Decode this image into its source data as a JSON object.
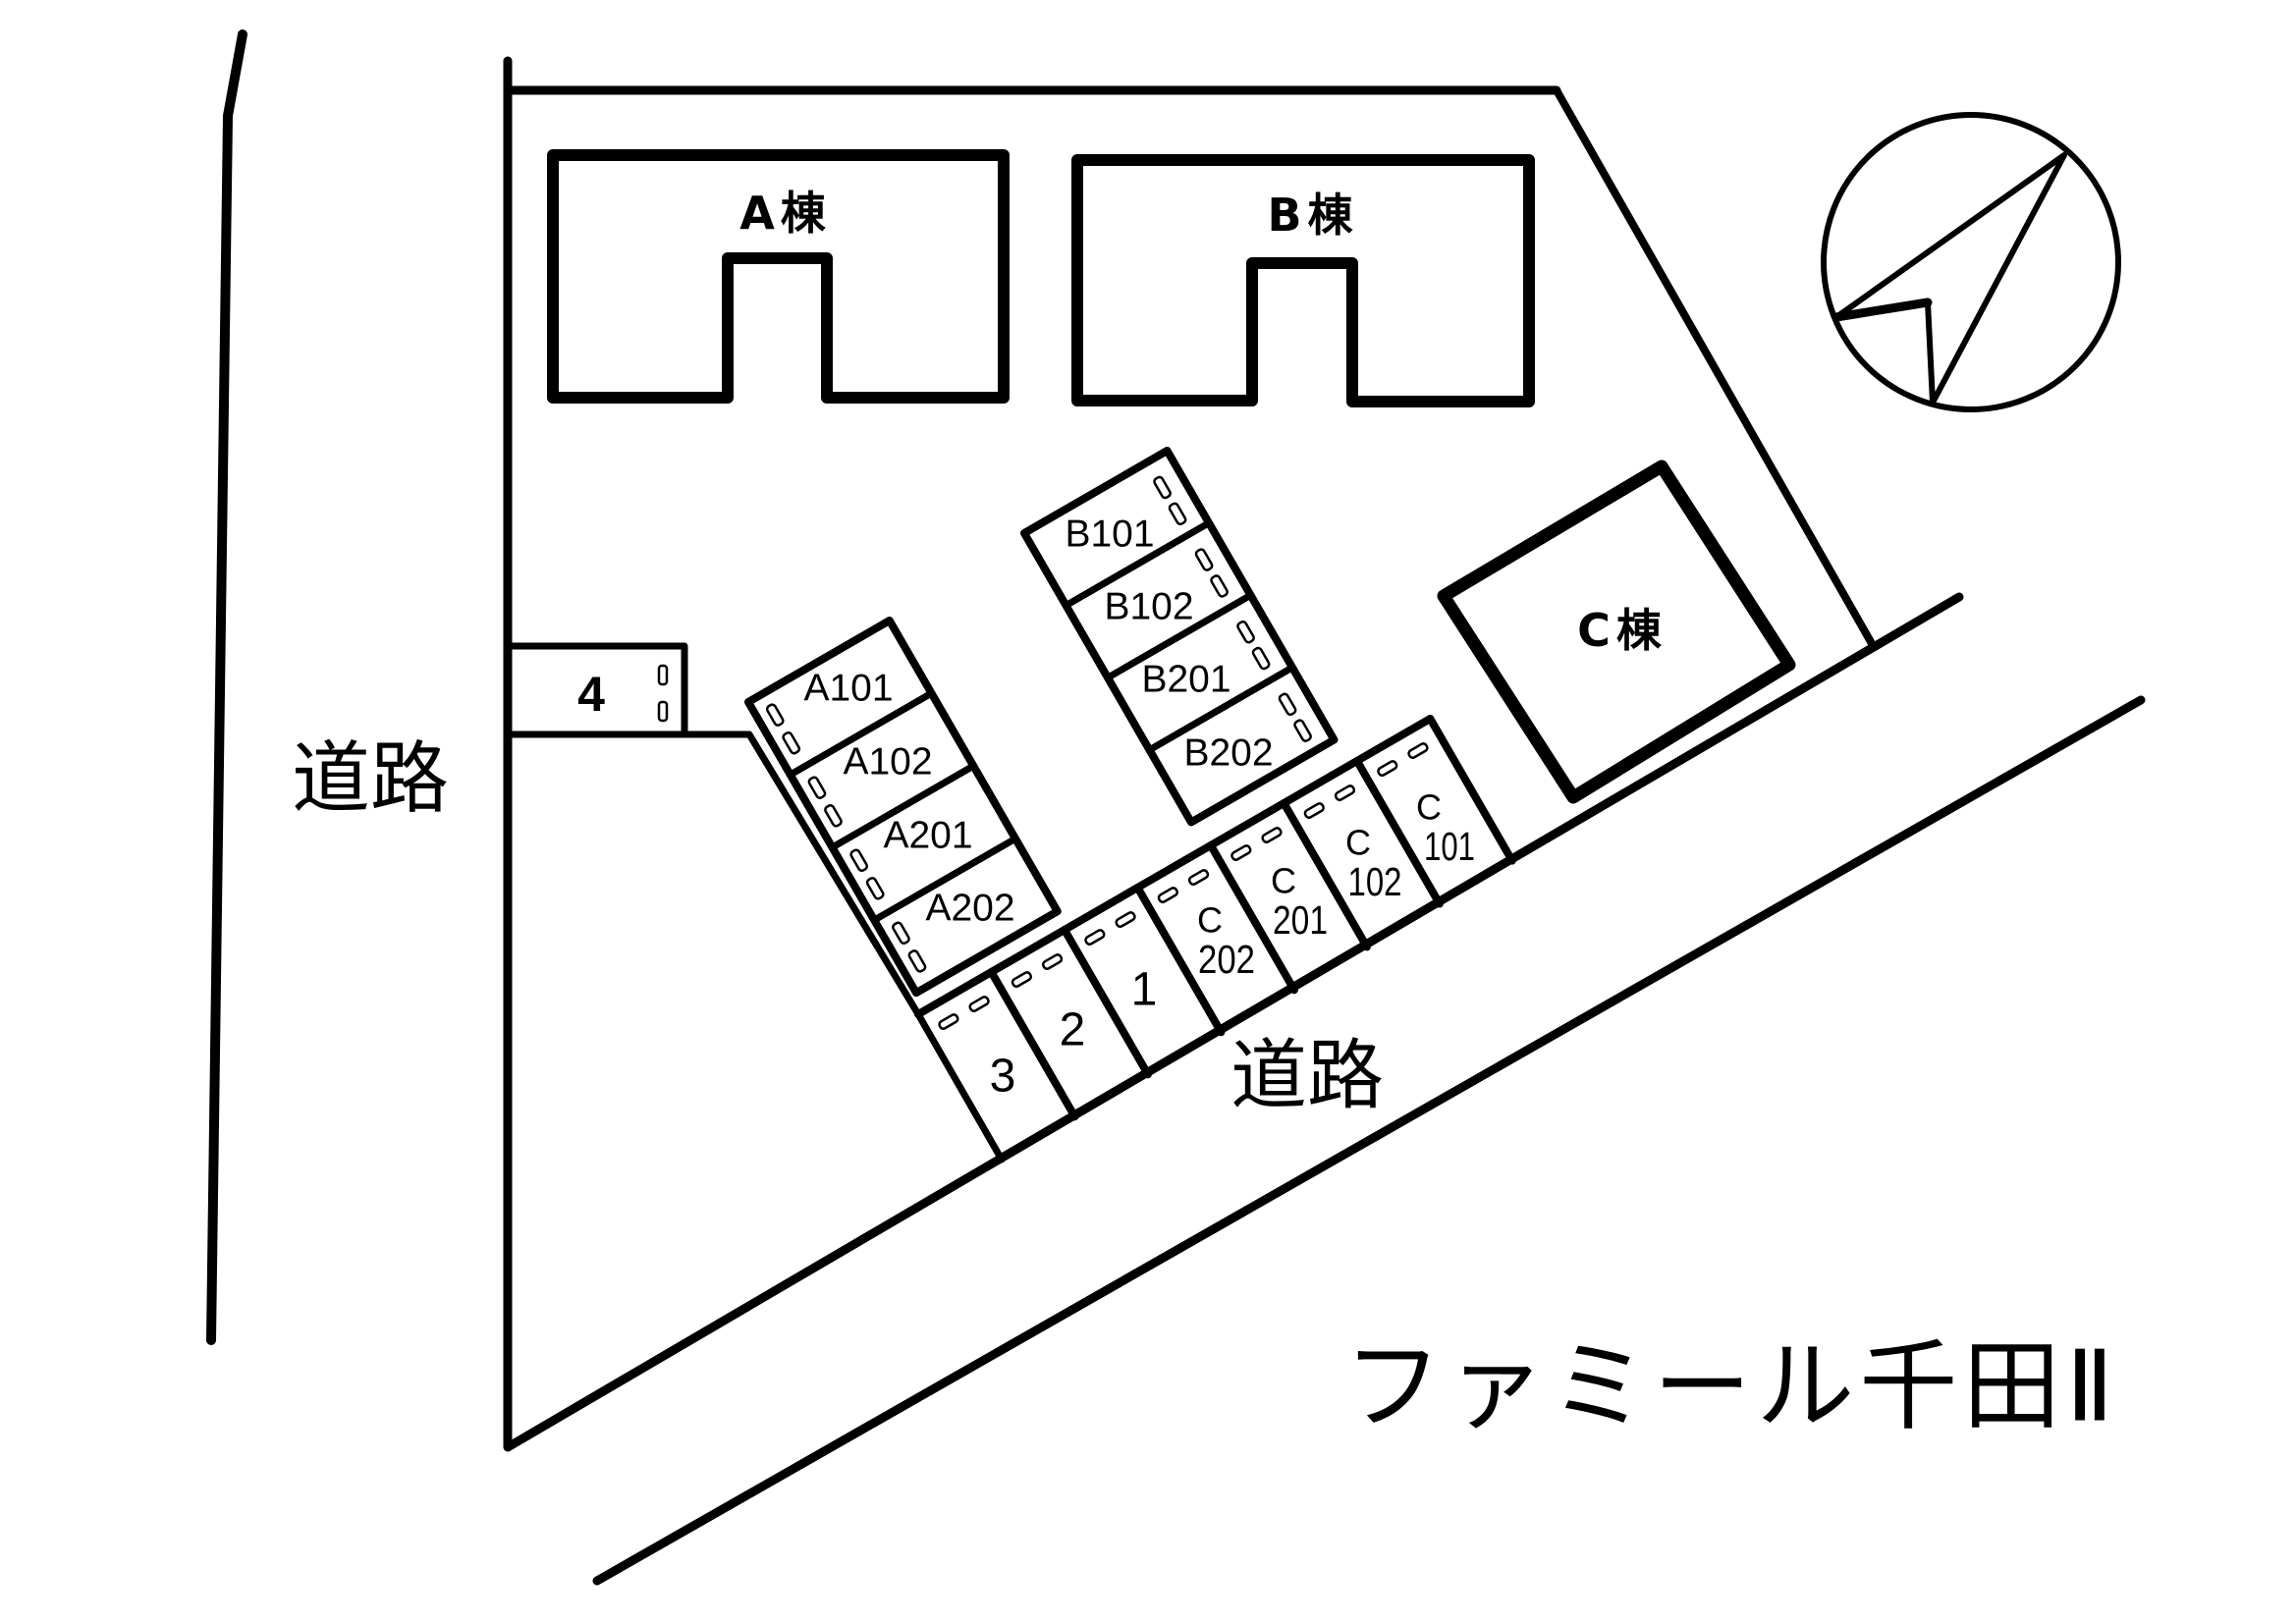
{
  "title": "ファミール千田Ⅱ",
  "roads": [
    {
      "label": "道路"
    },
    {
      "label": "道路"
    }
  ],
  "buildings": {
    "a": "A棟",
    "b": "B棟",
    "c": "C棟"
  },
  "parking": {
    "building_a_slots": [
      "A101",
      "A102",
      "A201",
      "A202"
    ],
    "building_b_slots": [
      "B101",
      "B102",
      "B201",
      "B202"
    ],
    "front_row_slots": [
      {
        "number": "3"
      },
      {
        "number": "2"
      },
      {
        "number": "1"
      },
      {
        "building": "C",
        "number": "202"
      },
      {
        "building": "C",
        "number": "201"
      },
      {
        "building": "C",
        "number": "102"
      },
      {
        "building": "C",
        "number": "101"
      }
    ],
    "side_slot": "4"
  },
  "icons": {
    "compass": "north-arrow-icon",
    "car": "car-icon"
  },
  "colors": {
    "line": "#000000",
    "background": "#ffffff"
  }
}
